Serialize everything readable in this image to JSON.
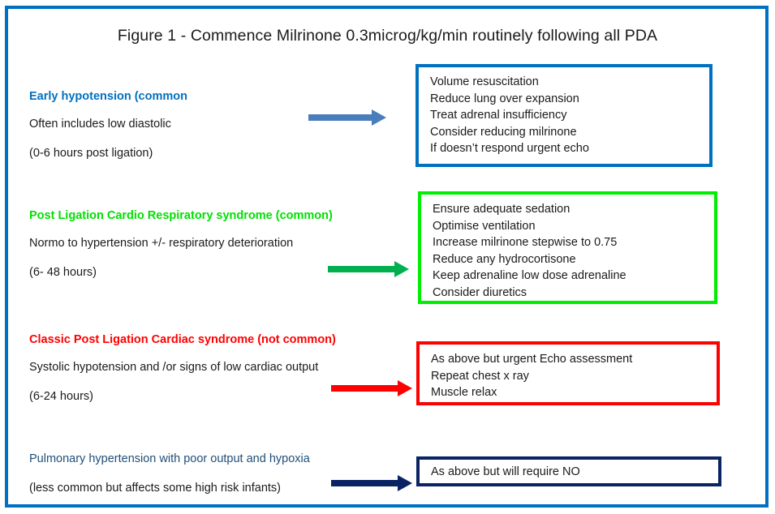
{
  "figure": {
    "title": "Figure 1 - Commence Milrinone 0.3microg/kg/min routinely following all PDA",
    "border_color": "#0070C0"
  },
  "sections": [
    {
      "id": "early-hypotension",
      "heading": "Early hypotension (common",
      "heading_color": "#0070C0",
      "lines": [
        "Often includes low diastolic",
        "(0-6 hours post ligation)"
      ],
      "arrow_color": "#4A7EBB",
      "box_border_color": "#0070C0",
      "box_items": [
        "Volume resuscitation",
        "Reduce lung over expansion",
        "Treat adrenal insufficiency",
        "Consider reducing milrinone",
        "If doesn’t respond urgent echo"
      ]
    },
    {
      "id": "post-ligation-cardio-respiratory",
      "heading": "Post Ligation Cardio Respiratory syndrome (common)",
      "heading_color": "#00E000",
      "lines": [
        "Normo to hypertension +/- respiratory deterioration",
        "(6- 48 hours)"
      ],
      "arrow_color": "#00B050",
      "box_border_color": "#00EE00",
      "box_items": [
        "Ensure adequate sedation",
        "Optimise ventilation",
        "Increase milrinone stepwise to 0.75",
        "Reduce any hydrocortisone",
        "Keep adrenaline low dose adrenaline",
        "Consider diuretics"
      ]
    },
    {
      "id": "classic-post-ligation-cardiac",
      "heading": "Classic Post Ligation Cardiac syndrome (not common)",
      "heading_color": "#FF0000",
      "lines": [
        "Systolic hypotension and /or signs of low cardiac output",
        "(6-24 hours)"
      ],
      "arrow_color": "#FF0000",
      "box_border_color": "#FF0000",
      "box_items": [
        "As above but urgent Echo assessment",
        "Repeat chest x ray",
        "Muscle relax"
      ]
    },
    {
      "id": "pulmonary-hypertension",
      "heading": "Pulmonary hypertension with poor output and hypoxia",
      "heading_color": "#1F4E79",
      "lines": [
        "(less common but affects some high risk infants)"
      ],
      "arrow_color": "#0A2463",
      "box_border_color": "#0A2463",
      "box_items": [
        "As above but will require NO"
      ]
    }
  ]
}
